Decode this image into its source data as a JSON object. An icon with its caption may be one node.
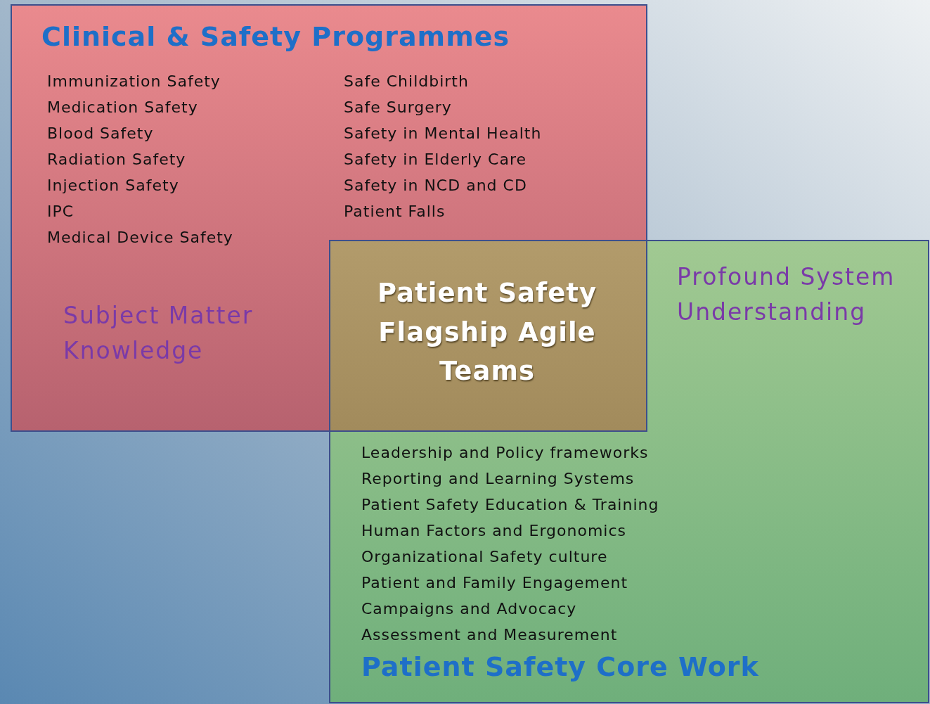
{
  "diagram": {
    "nodes": [
      {
        "text": [
          "Clinical & Safety Programmes",
          "Immunization Safety",
          "Medication Safety",
          "Blood Safety",
          "Radiation Safety",
          "Injection Safety",
          "IPC",
          "Medical Device Safety",
          "Safe Childbirth",
          "Safe Surgery",
          "Safety in Mental Health",
          "Safety in Elderly Care",
          "Safety in NCD and CD",
          "Patient Falls",
          "Subject Matter Knowledge"
        ]
      },
      {
        "text": [
          "Profound System Understanding",
          "Leadership and Policy frameworks",
          "Reporting and Learning Systems",
          "Patient Safety Education & Training",
          "Human Factors and Ergonomics",
          "Organizational Safety culture",
          "Patient and Family Engagement",
          "Campaigns and Advocacy",
          "Assessment and Measurement",
          "Patient Safety Core Work"
        ]
      },
      {
        "text": [
          "Patient Safety Flagship Agile Teams"
        ]
      }
    ]
  }
}
